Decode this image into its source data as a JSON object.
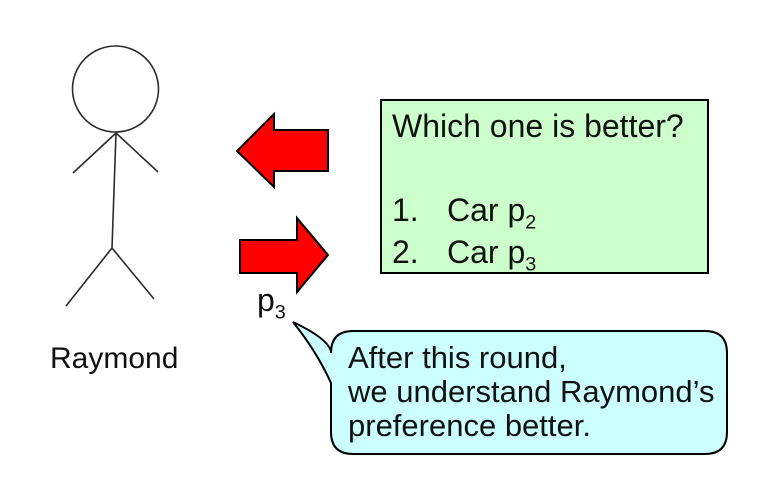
{
  "person": {
    "label": "Raymond"
  },
  "question_box": {
    "title": "Which one is better?",
    "options": [
      {
        "number": "1.",
        "text": "Car p",
        "subscript": "2"
      },
      {
        "number": "2.",
        "text": "Car p",
        "subscript": "3"
      }
    ]
  },
  "answer": {
    "text": "p",
    "subscript": "3"
  },
  "speech_bubble": {
    "lines": [
      "After this round,",
      "we understand Raymond’s",
      "preference better."
    ]
  },
  "icons": {
    "left_arrow": "arrow-pointing-left-to-person",
    "right_arrow": "arrow-pointing-right-from-person",
    "stick_figure": "person-stick-figure"
  },
  "colors": {
    "arrow_fill": "#ff0000",
    "question_box_bg": "#ccffcc",
    "speech_bubble_bg": "#ccffff",
    "outline": "#000000",
    "background": "#ffffff"
  }
}
